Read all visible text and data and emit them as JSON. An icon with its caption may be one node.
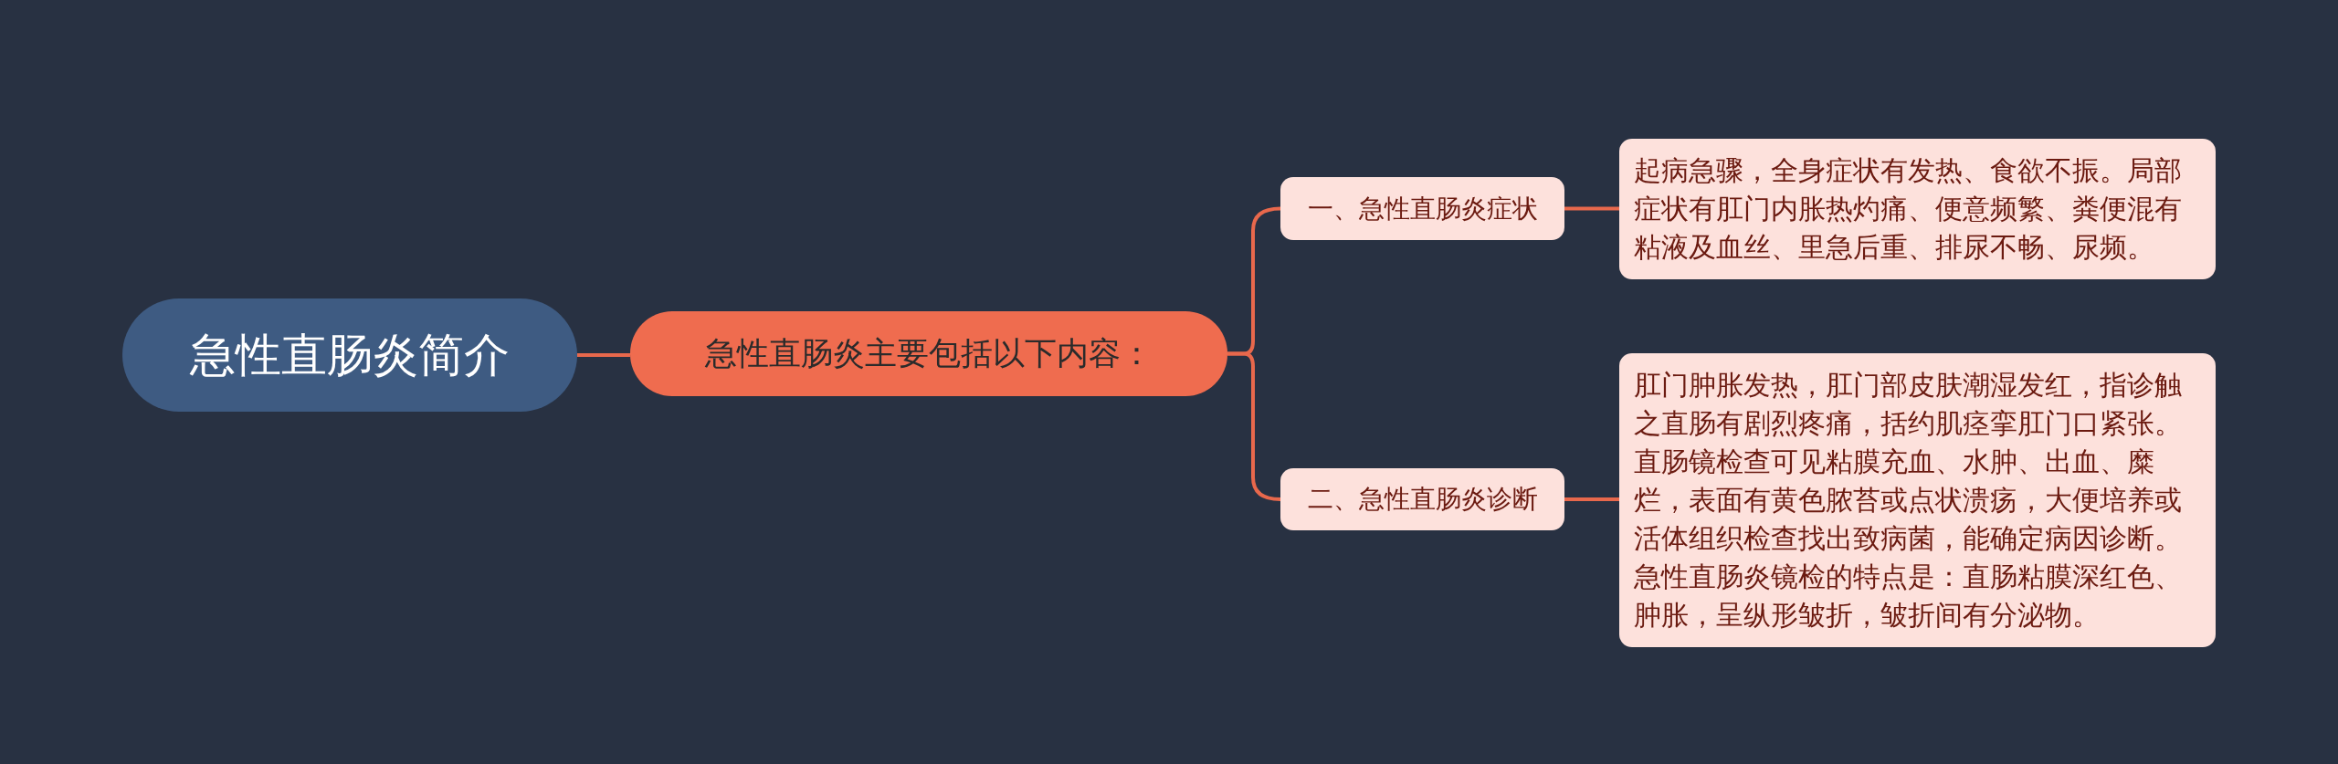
{
  "diagram": {
    "title": "急性直肠炎简介",
    "nodes": [
      {
        "text": [
          "急性直肠炎主要包括以下内容："
        ]
      },
      {
        "text": [
          "一、急性直肠炎症状"
        ]
      },
      {
        "text": [
          "起病急骤，全身症状有发热、食欲不振。局部症状有肛门内胀热灼痛、便意频繁、粪便混有粘液及血丝、里急后重、排尿不畅、尿频。"
        ]
      },
      {
        "text": [
          "二、急性直肠炎诊断"
        ]
      },
      {
        "text": [
          "肛门肿胀发热，肛门部皮肤潮湿发红，指诊触之直肠有剧烈疼痛，括约肌痉挛肛门口紧张。直肠镜检查可见粘膜充血、水肿、出血、糜烂，表面有黄色脓苔或点状溃疡，大便培养或活体组织检查找出致病菌，能确定病因诊断。急性直肠炎镜检的特点是：直肠粘膜深红色、肿胀，呈纵形皱折，皱折间有分泌物。"
        ]
      }
    ],
    "edges": [
      {
        "from": null,
        "to": 0,
        "arrow": "none"
      },
      {
        "from": 0,
        "to": 1,
        "arrow": "none"
      },
      {
        "from": 0,
        "to": 3,
        "arrow": "none"
      },
      {
        "from": 1,
        "to": 2,
        "arrow": "none"
      },
      {
        "from": 3,
        "to": 4,
        "arrow": "none"
      }
    ]
  }
}
